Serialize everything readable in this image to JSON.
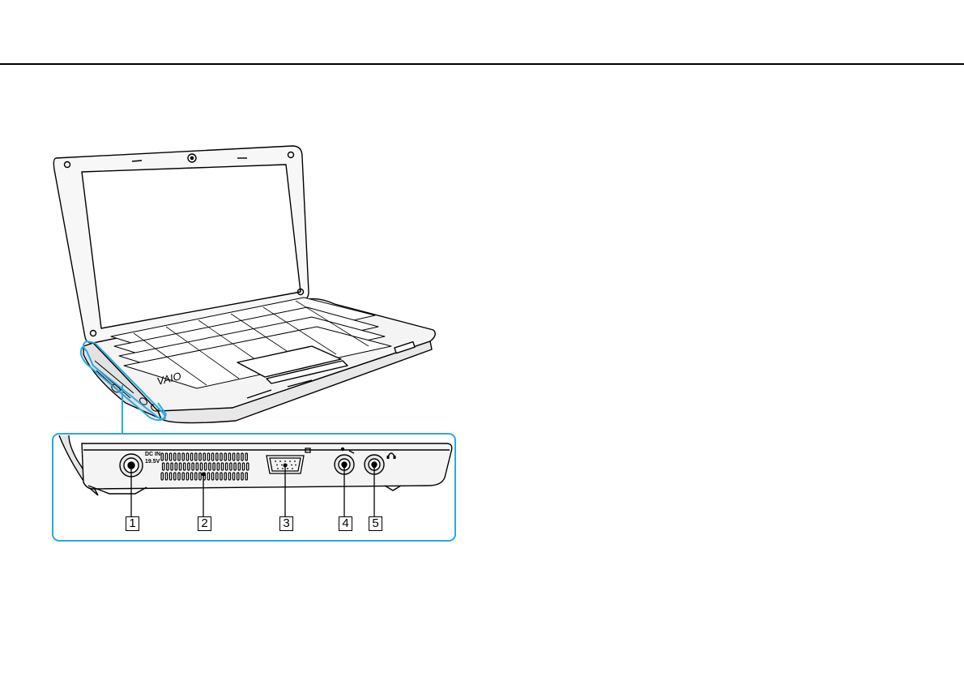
{
  "port_label": {
    "line1": "DC IN",
    "line2": "19.5V"
  },
  "callouts": [
    "1",
    "2",
    "3",
    "4",
    "5"
  ],
  "colors": {
    "highlight": "#29a9e0",
    "line": "#000000",
    "body_fill": "#f2f2f2"
  },
  "icons": [
    "laptop-illustration",
    "dc-in-port-icon",
    "air-vent-icon",
    "monitor-port-icon",
    "microphone-jack-icon",
    "headphones-jack-icon"
  ]
}
